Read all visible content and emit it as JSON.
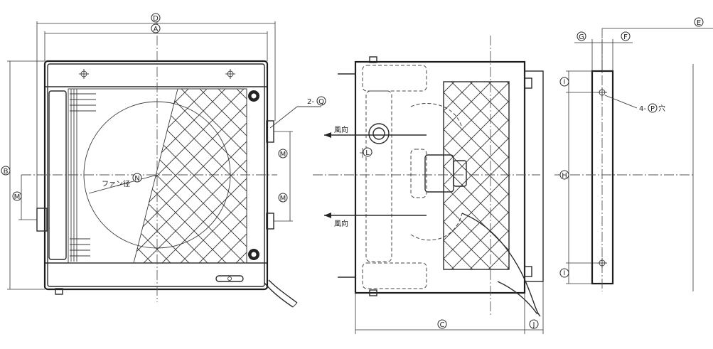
{
  "dimension_labels": {
    "A": "A",
    "B": "B",
    "C": "C",
    "D": "D",
    "E": "E",
    "F": "F",
    "G": "G",
    "H": "H",
    "I": "I",
    "J": "J",
    "L": "L",
    "M": "M",
    "N": "N",
    "P": "P",
    "Q": "Q"
  },
  "annotations": {
    "fan_diameter": "ファン径",
    "wind_direction": "風向",
    "holes_prefix": "4-",
    "holes_suffix": "穴",
    "count_prefix": "2-"
  }
}
